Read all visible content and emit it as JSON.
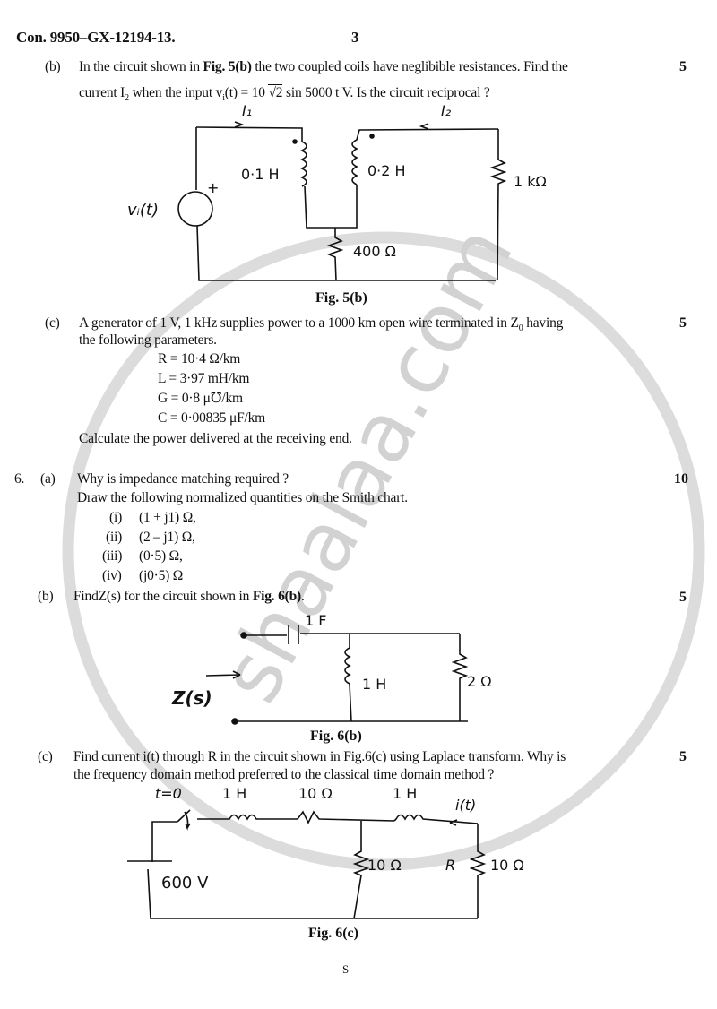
{
  "header": {
    "code": "Con. 9950–GX-12194-13.",
    "page_number": "3"
  },
  "watermark": {
    "text": "shaalaa.com"
  },
  "q5b": {
    "label": "(b)",
    "line1_a": "In the circuit shown in ",
    "line1_fig": "Fig. 5(b)",
    "line1_b": " the two coupled coils have neglibible resistances. Find the",
    "line2_a": "current I",
    "line2_sub": "2",
    "line2_b": " when the input v",
    "line2_sub2": "i",
    "line2_c": "(t) = 10 ",
    "line2_sqrt": "√2",
    "line2_d": " sin 5000 t V.  Is the circuit reciprocal ?",
    "marks": "5",
    "figure": {
      "caption": "Fig. 5(b)",
      "labels": {
        "i1": "I₁",
        "i2": "I₂",
        "l1": "0·1 H",
        "l2": "0·2 H",
        "r_load": "1 kΩ",
        "r_common": "400 Ω",
        "source": "vᵢ(t)",
        "plus": "+"
      }
    }
  },
  "q5c": {
    "label": "(c)",
    "line1": "A generator of 1 V, 1 kHz supplies power to a 1000 km open wire terminated in Z",
    "line1_sub": "0",
    "line1_end": " having",
    "line2": "the following parameters.",
    "params": [
      "R = 10·4 Ω/km",
      "L = 3·97 mH/km",
      "G = 0·8 μ℧/km",
      "C = 0·00835 μF/km"
    ],
    "final": "Calculate the power delivered at the receiving end.",
    "marks": "5"
  },
  "q6": {
    "number": "6.",
    "a": {
      "label": "(a)",
      "line1": "Why is impedance matching required ?",
      "line2": "Draw the following normalized quantities on the Smith chart.",
      "items": [
        {
          "num": "(i)",
          "text": "(1 + j1) Ω,"
        },
        {
          "num": "(ii)",
          "text": "(2 – j1) Ω,"
        },
        {
          "num": "(iii)",
          "text": "(0·5) Ω,"
        },
        {
          "num": "(iv)",
          "text": "(j0·5) Ω"
        }
      ],
      "marks": "10"
    },
    "b": {
      "label": "(b)",
      "text_a": "FindZ(s) for the circuit shown in ",
      "text_fig": "Fig. 6(b)",
      "text_b": ".",
      "marks": "5",
      "figure": {
        "caption": "Fig. 6(b)",
        "labels": {
          "cap": "1 F",
          "ind": "1 H",
          "res": "2 Ω",
          "z": "Z(s)"
        }
      }
    },
    "c": {
      "label": "(c)",
      "line1": "Find current i(t) through R in the circuit shown in Fig.6(c) using Laplace transform.  Why is",
      "line2": "the frequency domain method preferred to the classical time domain method ?",
      "marks": "5",
      "figure": {
        "caption": "Fig. 6(c)",
        "labels": {
          "switch": "t=0",
          "l1": "1 H",
          "r1": "10 Ω",
          "l2": "1 H",
          "current": "i(t)",
          "r_shunt": "10 Ω",
          "r_name": "R",
          "r_load": "10 Ω",
          "source": "600 V"
        }
      }
    }
  },
  "footer": {
    "end_mark": "S"
  }
}
